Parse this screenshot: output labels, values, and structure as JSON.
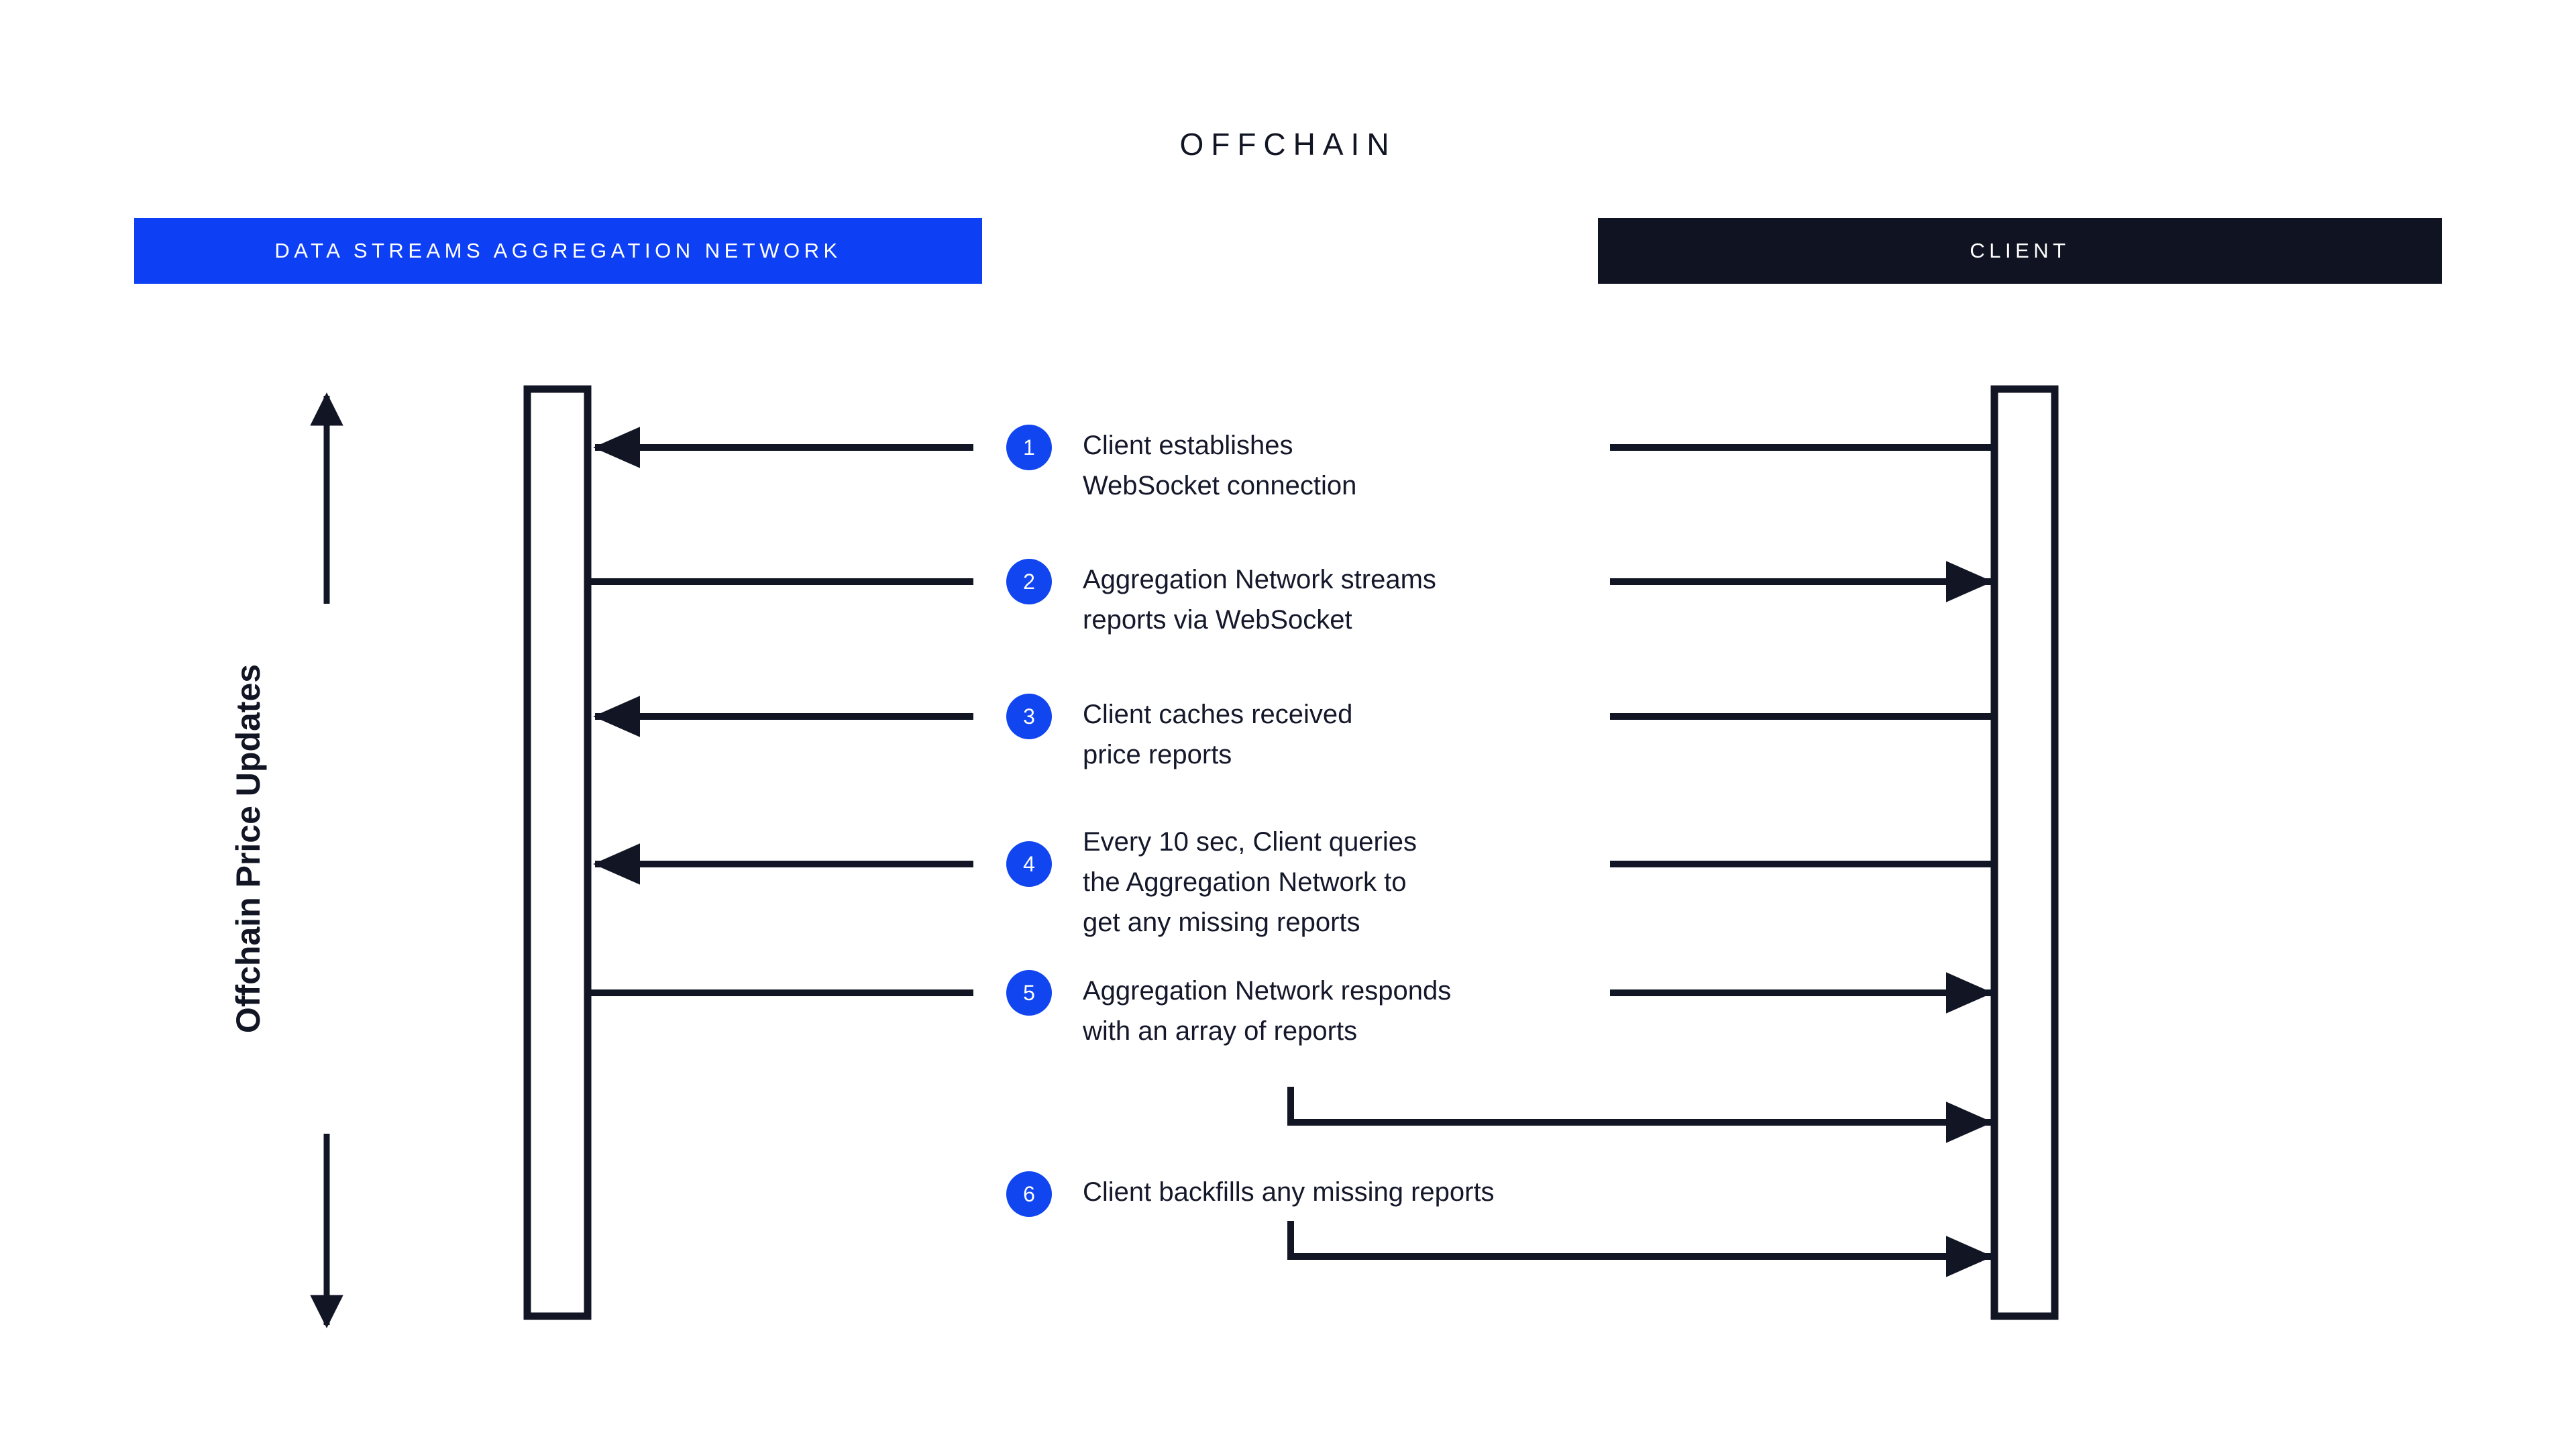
{
  "diagram": {
    "title": "OFFCHAIN",
    "axis_label": "Offchain Price Updates",
    "lanes": [
      {
        "id": "aggregation-network",
        "label": "DATA STREAMS AGGREGATION NETWORK",
        "color": "#0D3FF5",
        "text_color": "#FFFFFF"
      },
      {
        "id": "client",
        "label": "CLIENT",
        "color": "#101322",
        "text_color": "#FFFFFF"
      }
    ],
    "accent_color": "#1045F0",
    "line_color": "#121624",
    "background": "#FFFFFF",
    "steps": [
      {
        "number": "1",
        "text": "Client establishes\nWebSocket connection",
        "direction": "right-to-left"
      },
      {
        "number": "2",
        "text": "Aggregation Network streams\nreports via WebSocket",
        "direction": "left-to-right"
      },
      {
        "number": "3",
        "text": "Client caches received\nprice reports",
        "direction": "right-to-left"
      },
      {
        "number": "4",
        "text": "Every 10 sec, Client queries\nthe Aggregation Network to\nget any missing reports",
        "direction": "right-to-left"
      },
      {
        "number": "5",
        "text": "Aggregation Network responds\nwith an array of reports",
        "direction": "left-to-right"
      },
      {
        "number": "6",
        "text": "Client backfills any missing reports",
        "direction": "self-loop"
      }
    ]
  }
}
